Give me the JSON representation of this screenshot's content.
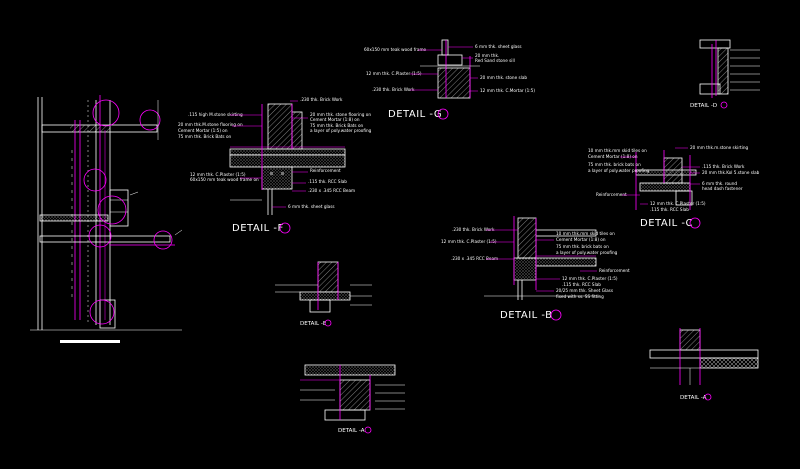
{
  "colors": {
    "background": "#000000",
    "line": "#ffffff",
    "leader": "#ff00ff",
    "callout": "#ff00ff"
  },
  "details": {
    "G": {
      "title": "DETAIL -G",
      "labels": [
        "60x150 mm teak wood frame",
        "6 mm thk. sheet glass",
        "20 mm thk.",
        "Red Sand stone sill",
        "12 mm thk. C.Plaster (1:5)",
        "20 mm thk. stone slab",
        ".230 thk. Brick Work",
        "12 mm thk. C.Mortar (1:5)"
      ]
    },
    "F": {
      "title": "DETAIL -F",
      "labels": [
        ".230 thk. Brick Work",
        ".115 high M.stone skirting",
        "20 mm thk. stone flooring on",
        "20 mm thk.M.stone flooring on",
        "Cement Mortar (1:8) on",
        "Cement Mortar (1:5) on",
        "75 mm thk. Brick Bats on",
        "75 mm thk. Brick Bats on",
        "a layer of poly.water proofing",
        "Reinforcement",
        "12 mm thk. C.Plaster (1:5)",
        "60x150 mm teak wood frame on",
        ".115 thk. RCC Slab",
        ".230 x .345 RCC Beam",
        "6 mm thk. sheet glass"
      ]
    },
    "C": {
      "title": "DETAIL -C",
      "labels": [
        "20 mm thk.m.stone skirting",
        "10 mm thk.mm skid tiles on",
        "Cement Mortar (1:8) on",
        "75 mm thk. brick bats on",
        "a layer of poly.water proofing",
        ".115 thk. Brick Work",
        "20 mm thk.Kol 5.stone slab",
        "6 mm thk. round",
        "head dash fastener",
        "Reinforcement",
        "12 mm thk. C.Plaster (1:5)",
        ".115 thk. RCC Slab"
      ]
    },
    "B": {
      "title": "DETAIL -B",
      "labels": [
        ".230 thk. Brick Work",
        "12 mm thk. C.Plaster (1:5)",
        "10 mm thk.mm skid tiles on",
        "Cement Mortar (1:8) on",
        "75 mm thk. brick bats on",
        "a layer of poly.water proofing",
        ".230 x .345 RCC Beam",
        "Reinforcement",
        "12 mm thk. C.Plaster (1:5)",
        ".115 thk. RCC Slab",
        "20/25 mm thk. Sheet Glass",
        "fixed with ss. SS fitting"
      ]
    },
    "small": {
      "top_right": "DETAIL -D",
      "mid": "DETAIL -E",
      "bottom": "DETAIL -A",
      "bottom_right": "DETAIL -A"
    }
  }
}
